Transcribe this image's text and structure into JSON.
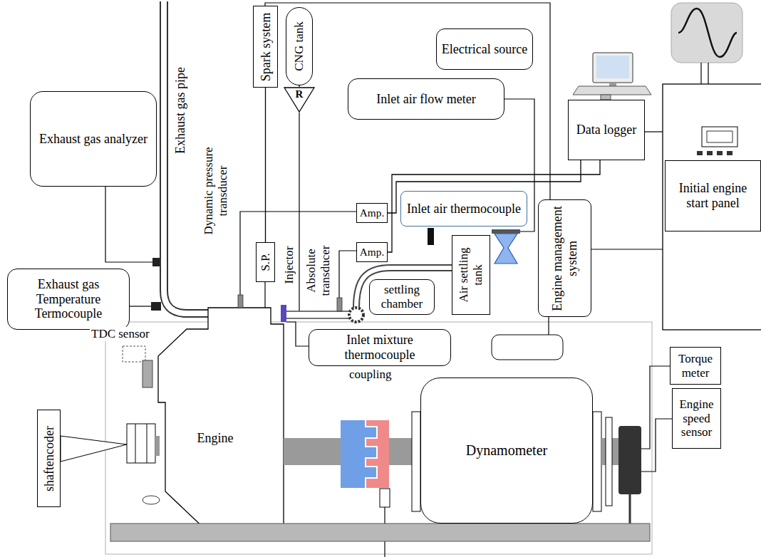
{
  "diagram": {
    "nodes": [
      {
        "text": [
          "Exhaust gas analyzer"
        ]
      },
      {
        "text": [
          "Exhaust gas Temperature Termocouple"
        ]
      },
      {
        "text": [
          "Spark system"
        ]
      },
      {
        "text": [
          "CNG tank"
        ]
      },
      {
        "text": [
          "R"
        ]
      },
      {
        "text": [
          "S.P."
        ]
      },
      {
        "text": [
          "Amp."
        ]
      },
      {
        "text": [
          "Amp."
        ]
      },
      {
        "text": [
          "Inlet air thermocouple"
        ]
      },
      {
        "text": [
          "Inlet air flow meter"
        ]
      },
      {
        "text": [
          "Electrical source"
        ]
      },
      {
        "text": [
          "settling chamber"
        ]
      },
      {
        "text": [
          "Air settling tank"
        ]
      },
      {
        "text": [
          "Data logger"
        ]
      },
      {
        "text": [
          "Engine management system"
        ]
      },
      {
        "text": [
          "Initial engine start panel"
        ]
      },
      {
        "text": [
          "shaftencoder"
        ]
      },
      {
        "text": [
          "Inlet mixture thermocouple"
        ]
      },
      {
        "text": [
          "Dynamometer"
        ]
      },
      {
        "text": [
          "Torque meter"
        ]
      },
      {
        "text": [
          "Engine speed sensor"
        ]
      }
    ],
    "edges": [
      {
        "from": 2,
        "to": 5,
        "arrow": "none"
      },
      {
        "from": 3,
        "to": 4,
        "arrow": "none"
      },
      {
        "from": 6,
        "to": 13,
        "arrow": "none"
      },
      {
        "from": 7,
        "to": 13,
        "arrow": "none"
      }
    ],
    "labels": [
      "Exhaust gas pipe",
      "Dynamic pressure transducer",
      "Injector",
      "Absolute transducer",
      "TDC sensor",
      "Engine",
      "coupling"
    ]
  }
}
